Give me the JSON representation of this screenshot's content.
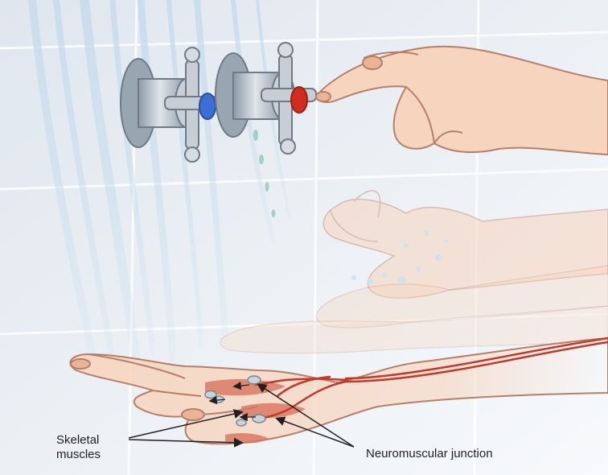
{
  "labels": {
    "skeletal_line1": "Skeletal",
    "skeletal_line2": "muscles",
    "neuromuscular": "Neuromuscular junction"
  },
  "colors": {
    "tile": "#e9eef4",
    "grout": "#ffffff",
    "skin": "#f7d4bd",
    "skin_shade": "#eab596",
    "skin_outline": "#b58069",
    "muscle": "#d9755f",
    "nerve": "#c0392b",
    "water": "#a9cbe6",
    "metal": "#b9c2cd",
    "metal_dark": "#8893a1",
    "cold_knob": "#3b6fd6",
    "hot_knob": "#d22c1e",
    "junction": "#c9d3dc"
  },
  "icons": [
    "shower-faucet-icon",
    "hand-icon"
  ]
}
